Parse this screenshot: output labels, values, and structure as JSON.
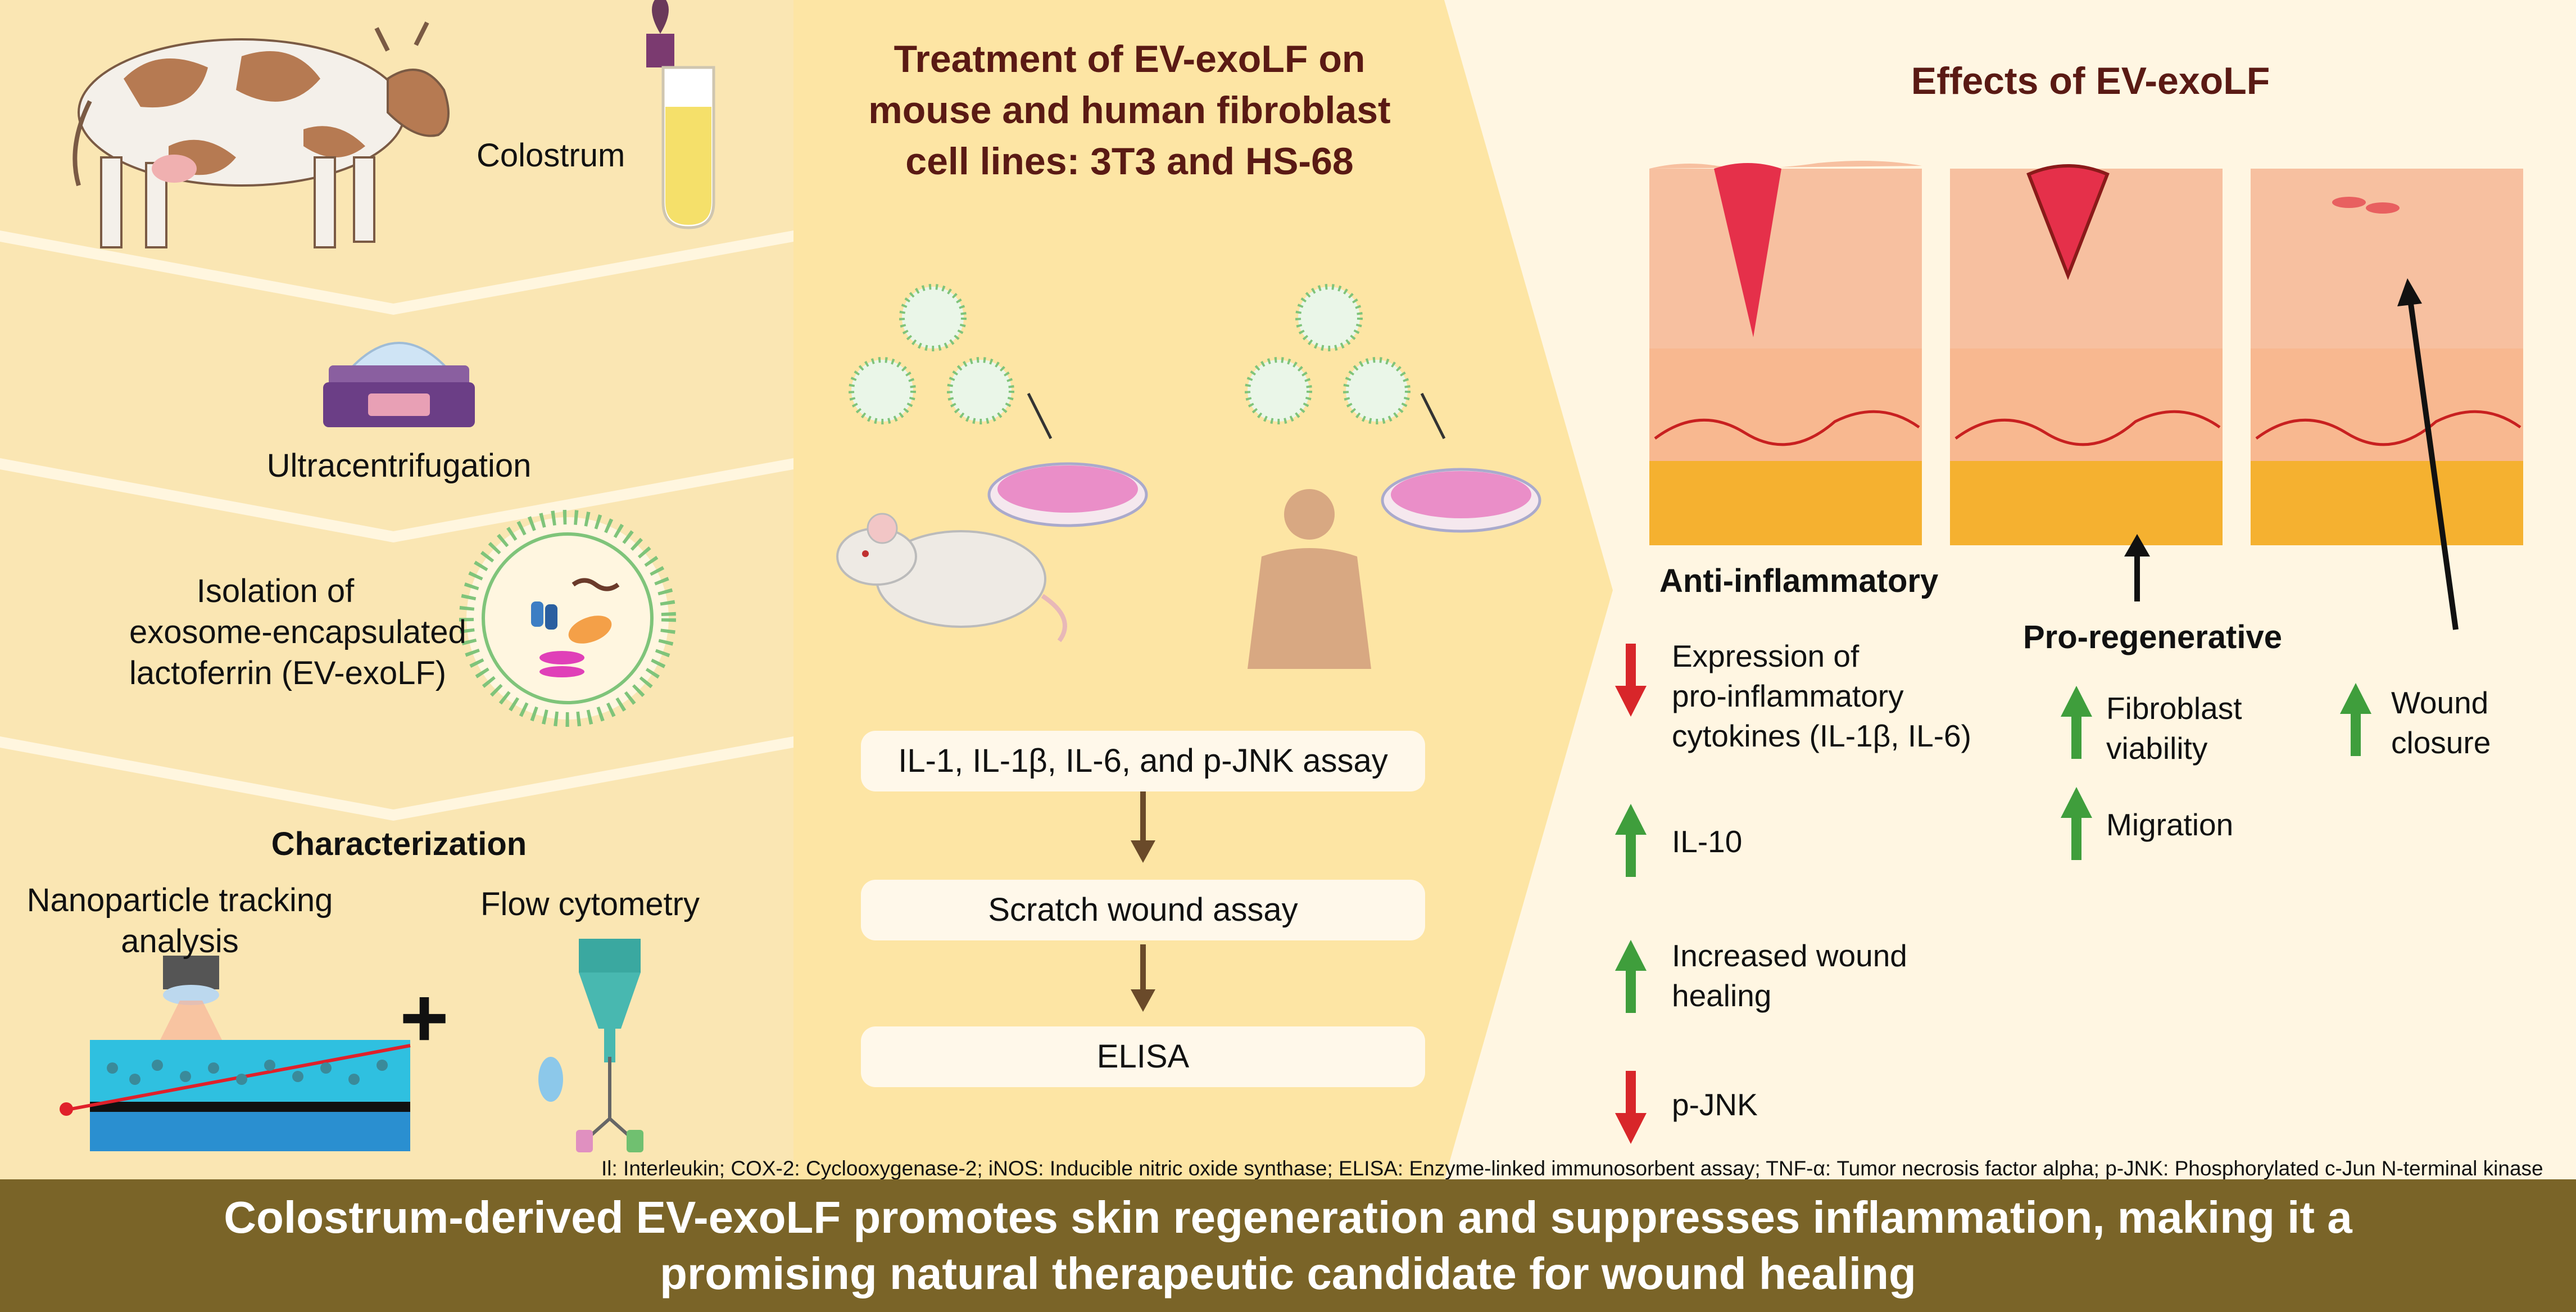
{
  "source": {
    "colostrum_label": "Colostrum",
    "ultracentrifugation_label": "Ultracentrifugation",
    "isolation_label": [
      "Isolation of",
      "exosome-encapsulated",
      "lactoferrin (EV-exoLF)"
    ],
    "characterization_title": "Characterization",
    "nta_label": [
      "Nanoparticle tracking",
      "analysis"
    ],
    "flow_label": "Flow cytometry",
    "plus_symbol": "+"
  },
  "treatment": {
    "title": [
      "Treatment of EV-exoLF on",
      "mouse and human fibroblast",
      "cell lines: 3T3 and HS-68"
    ],
    "steps": [
      "IL-1, IL-1β, IL-6, and p-JNK assay",
      "Scratch wound assay",
      "ELISA"
    ]
  },
  "effects": {
    "title": "Effects of EV-exoLF",
    "anti_inflammatory": {
      "title": "Anti-inflammatory",
      "items": [
        {
          "direction": "down",
          "lines": [
            "Expression of",
            "pro-inflammatory",
            "cytokines (IL-1β, IL-6)"
          ]
        },
        {
          "direction": "up",
          "lines": [
            "IL-10"
          ]
        },
        {
          "direction": "up",
          "lines": [
            "Increased wound",
            "healing"
          ]
        },
        {
          "direction": "down",
          "lines": [
            "p-JNK"
          ]
        }
      ]
    },
    "pro_regenerative": {
      "title": "Pro-regenerative",
      "items": [
        {
          "direction": "up",
          "lines": [
            "Fibroblast",
            "viability"
          ]
        },
        {
          "direction": "up",
          "lines": [
            "Migration"
          ]
        }
      ]
    },
    "closure": {
      "direction": "up",
      "lines": [
        "Wound",
        "closure"
      ]
    }
  },
  "abbreviations": "Il: Interleukin; COX-2: Cyclooxygenase-2; iNOS: Inducible nitric oxide synthase; ELISA: Enzyme-linked immunosorbent assay; TNF-α: Tumor necrosis factor alpha; p-JNK: Phosphorylated c-Jun N-terminal kinase",
  "conclusion": [
    "Colostrum-derived EV-exoLF promotes skin regeneration and suppresses inflammation, making it a",
    "promising natural therapeutic candidate for wound healing"
  ],
  "colors": {
    "up_arrow": "#3f9e3c",
    "down_arrow": "#d8262a",
    "title_brown": "#5a1a14",
    "footer": "#7a6428",
    "panel_left": "#fbe9b8",
    "panel_mid": "#fde6a8",
    "panel_right": "#fff3dc"
  }
}
